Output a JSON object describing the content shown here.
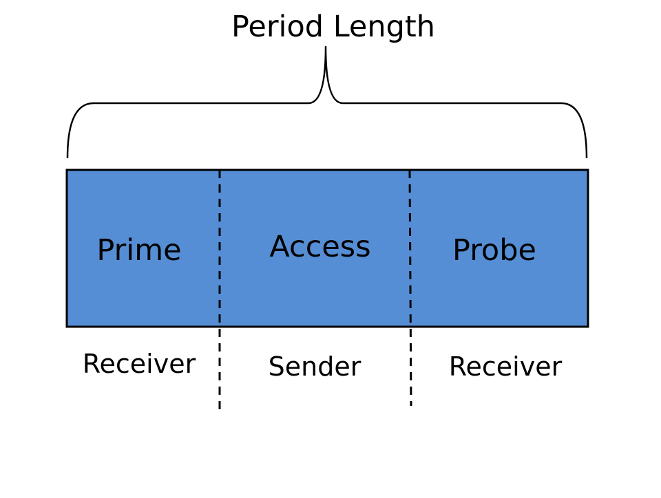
{
  "title": "Period Length",
  "colors": {
    "box_fill": "#558ED5",
    "outline": "#000000",
    "background": "#FFFFFF"
  },
  "phases": [
    {
      "label": "Prime",
      "role": "Receiver"
    },
    {
      "label": "Access",
      "role": "Sender"
    },
    {
      "label": "Probe",
      "role": "Receiver"
    }
  ]
}
